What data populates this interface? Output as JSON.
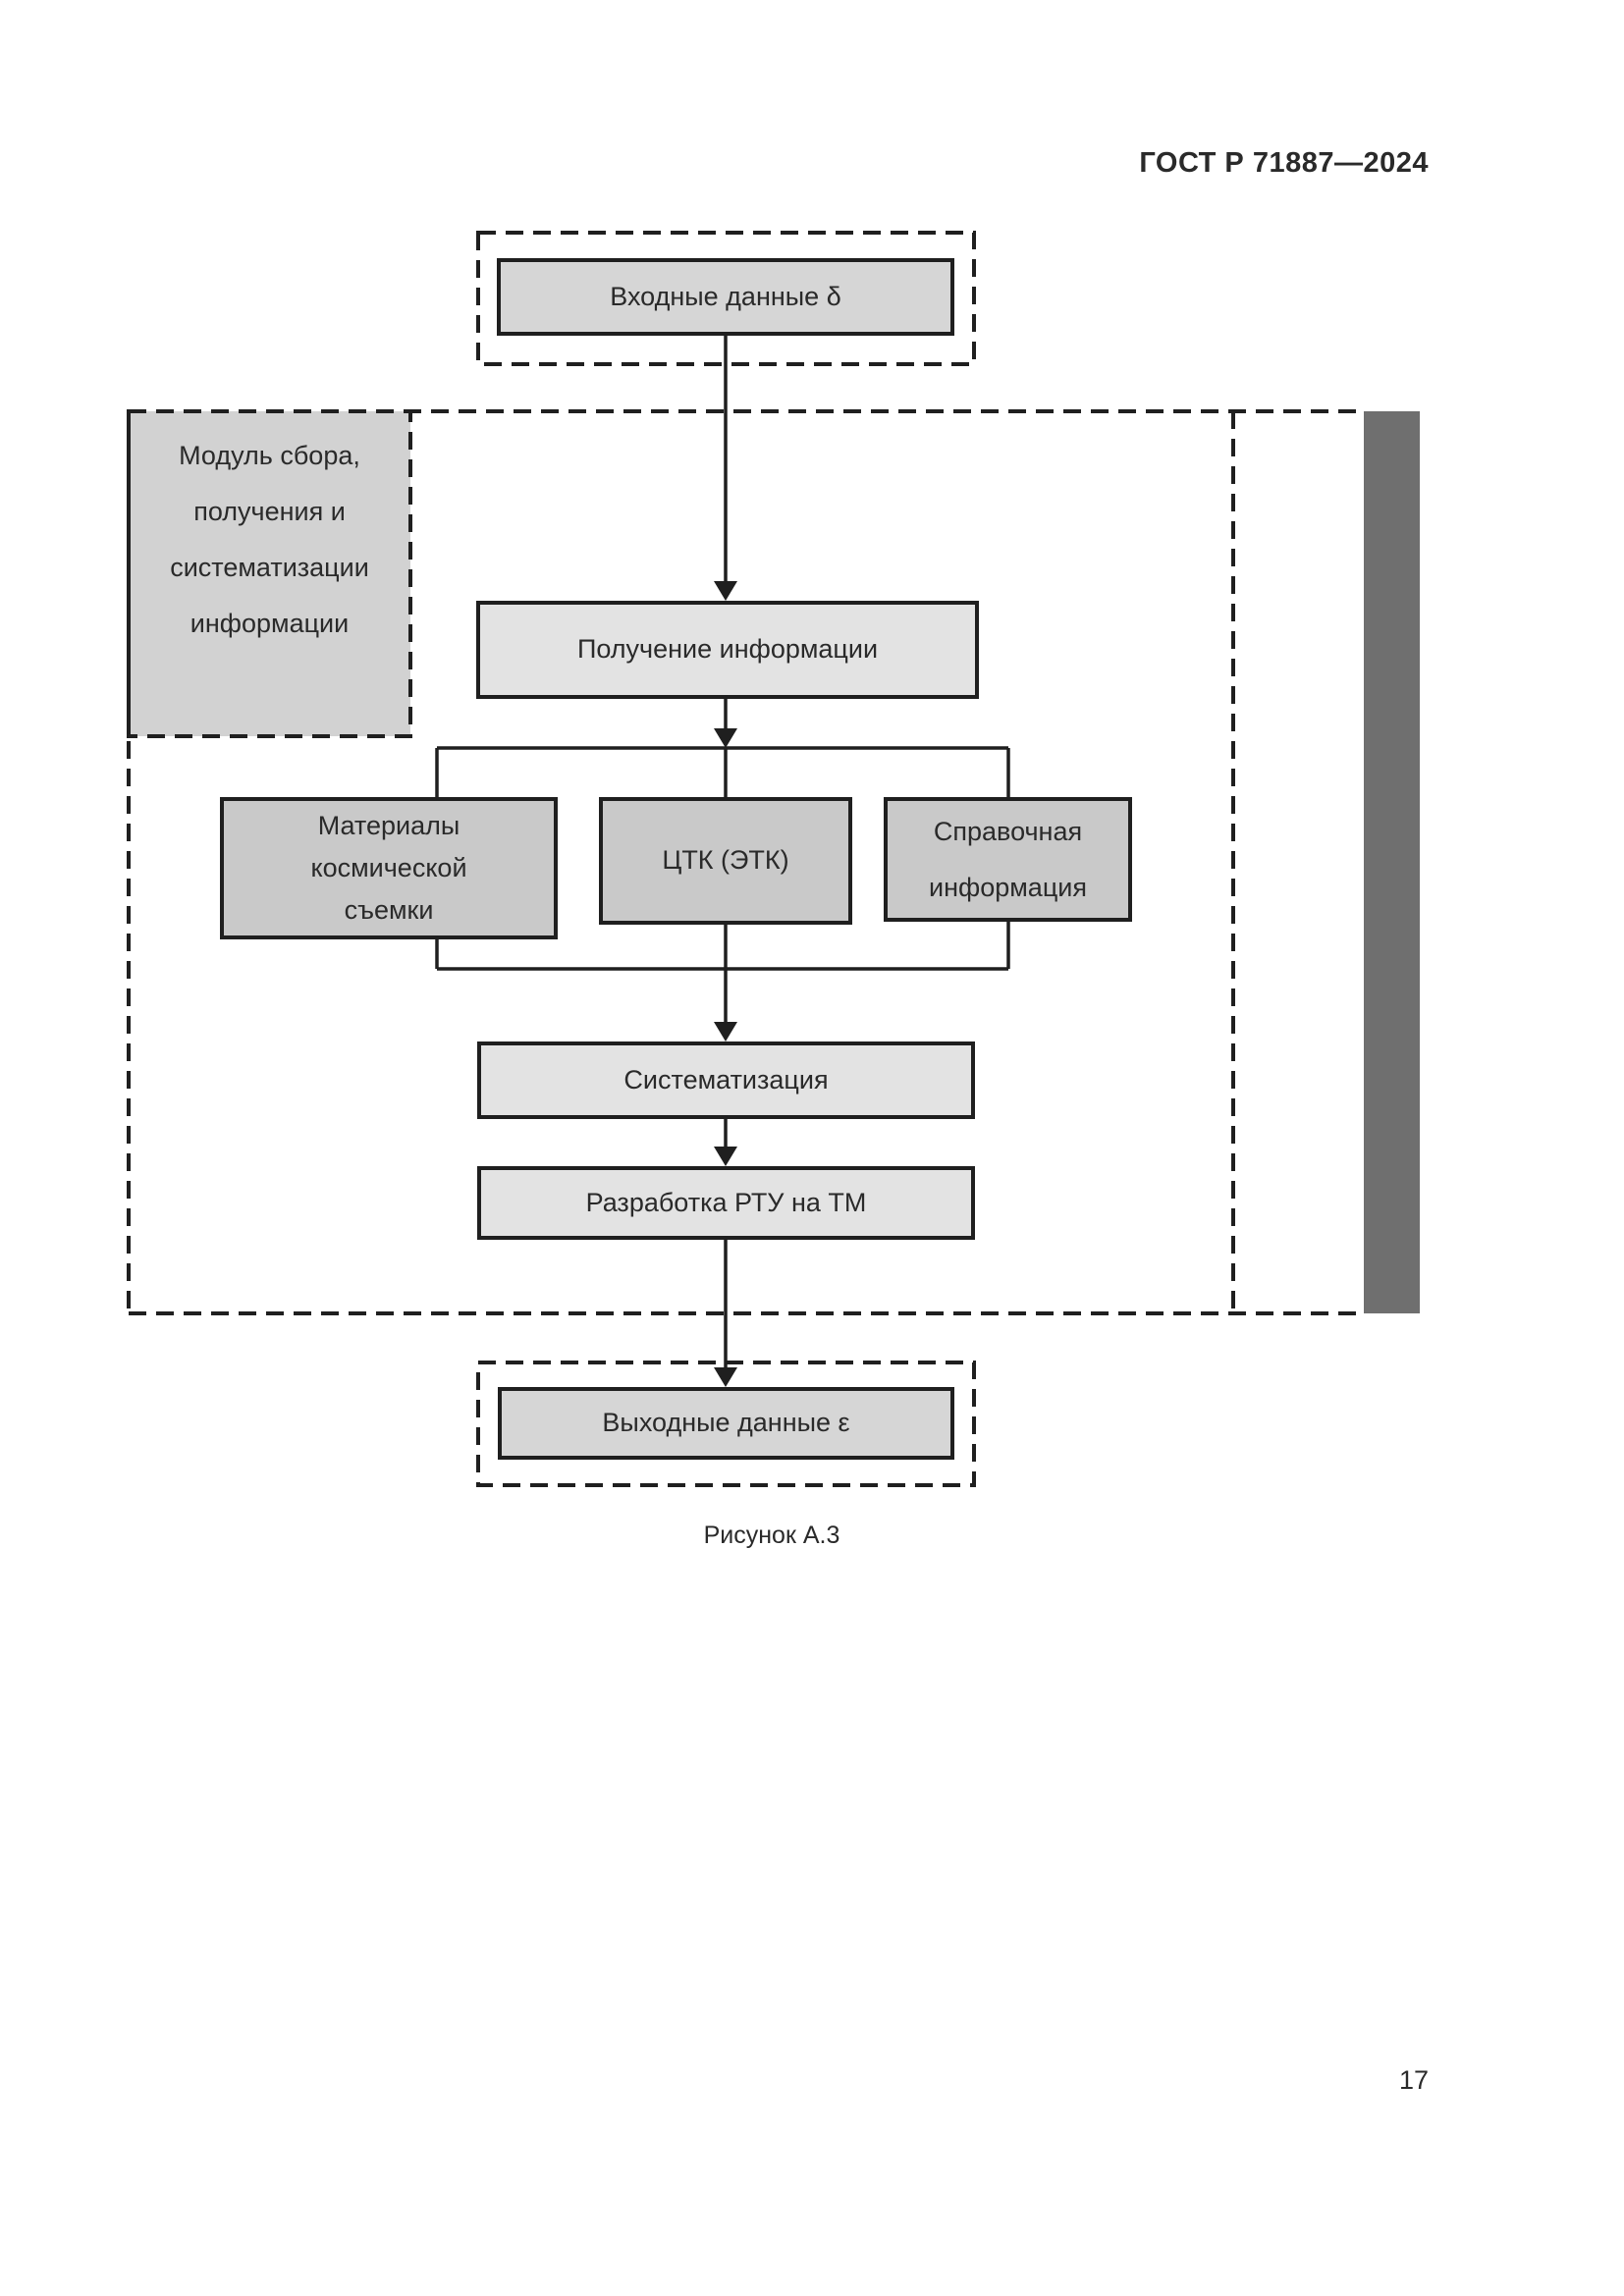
{
  "page": {
    "header_title": "ГОСТ Р 71887—2024",
    "figure_caption": "Рисунок А.3",
    "page_number": "17"
  },
  "flowchart": {
    "input_box": "Входные данные δ",
    "module_label_lines": [
      "Модуль сбора,",
      "получения и",
      "систематизации",
      "информации"
    ],
    "receive_box": "Получение информации",
    "materials_lines": [
      "Материалы",
      "космической",
      "съемки"
    ],
    "ctk_box": "ЦТК (ЭТК)",
    "reference_lines": [
      "Справочная",
      "информация"
    ],
    "systematization_box": "Систематизация",
    "development_box": "Разработка РТУ на ТМ",
    "output_box": "Выходные данные ε"
  },
  "colors": {
    "line": "#1f1f1f",
    "text": "#2a2a2a",
    "fill_light": "#e3e3e3",
    "fill_medium": "#d6d6d6",
    "fill_dark": "#c9c9c9",
    "module_fill": "#d2d2d2",
    "margin_bar": "#6f6f6f",
    "page_bg": "#ffffff"
  }
}
